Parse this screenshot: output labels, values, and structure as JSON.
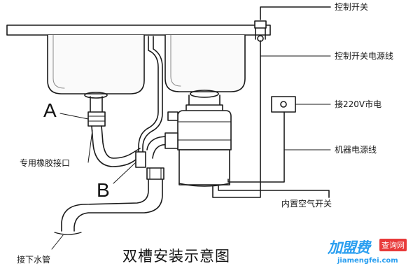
{
  "labels": {
    "control_switch": "控制开关",
    "control_switch_power_line": "控制开关电源线",
    "mains_220v": "接220V市电",
    "machine_power_line": "机器电源线",
    "builtin_air_switch": "内置空气开关",
    "rubber_connector": "专用橡胶接口",
    "drain_pipe": "接下水管",
    "marker_a": "A",
    "marker_b": "B"
  },
  "title": "双槽安装示意图",
  "watermark": {
    "brand": "加盟费",
    "tag": "查询网",
    "url": "jiamengfei.com"
  }
}
